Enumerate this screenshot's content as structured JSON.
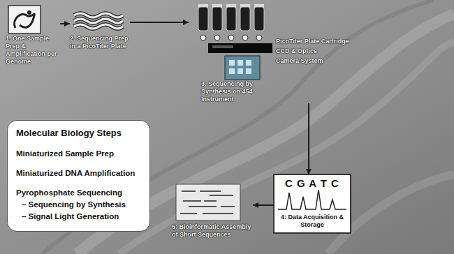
{
  "diagram": {
    "nodes": [
      {
        "text": [
          "1. One Sample Prep & Amplification per Genome"
        ]
      },
      {
        "text": [
          "2. Sequencing Prep in a PicoTiter Plate"
        ]
      },
      {
        "text": [
          "3. Sequencing by Synthesis on 454 Instrument"
        ]
      },
      {
        "text": [
          "C G A T C",
          "4: Data Acquisition & Storage"
        ]
      },
      {
        "text": [
          "5: Bioinformatic Assembly of Short Sequences"
        ]
      },
      {
        "text": [
          "Molecular Biology Steps",
          "Miniaturized Sample Prep",
          "Miniaturized DNA Amplification",
          "Pyrophosphate Sequencing",
          "– Sequencing by Synthesis",
          "– Signal Light Generation"
        ]
      }
    ],
    "edges": [
      {
        "from": 0,
        "to": 1,
        "arrow": "to"
      },
      {
        "from": 1,
        "to": 2,
        "arrow": "to"
      },
      {
        "from": 2,
        "to": 3,
        "arrow": "to"
      },
      {
        "from": 3,
        "to": 4,
        "arrow": "to"
      }
    ],
    "labels": [
      "PicoTiter Plate Cartridge",
      "CCD & Optics",
      "Camera System"
    ]
  }
}
